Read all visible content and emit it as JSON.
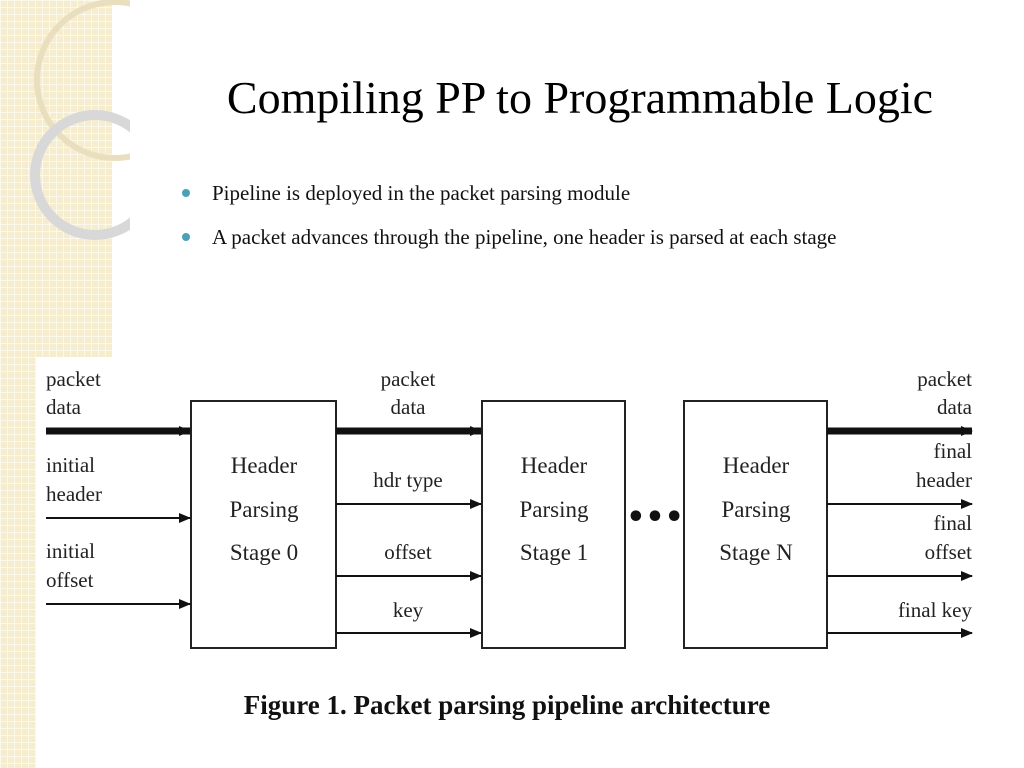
{
  "slide": {
    "title": "Compiling PP to Programmable Logic",
    "bullets": [
      "Pipeline is deployed in the packet parsing module",
      "A packet advances through the pipeline, one header is parsed at each stage"
    ]
  },
  "figure": {
    "stages": [
      {
        "line1": "Header",
        "line2": "Parsing",
        "line3": "Stage 0"
      },
      {
        "line1": "Header",
        "line2": "Parsing",
        "line3": "Stage 1"
      },
      {
        "line1": "Header",
        "line2": "Parsing",
        "line3": "Stage N"
      }
    ],
    "inputs": {
      "packet_l1": "packet",
      "packet_l2": "data",
      "header_l1": "initial",
      "header_l2": "header",
      "offset_l1": "initial",
      "offset_l2": "offset"
    },
    "middle": {
      "packet_l1": "packet",
      "packet_l2": "data",
      "hdr_type": "hdr type",
      "offset": "offset",
      "key": "key"
    },
    "outputs": {
      "packet_l1": "packet",
      "packet_l2": "data",
      "header_l1": "final",
      "header_l2": "header",
      "offset_l1": "final",
      "offset_l2": "offset",
      "key": "final key"
    },
    "ellipsis": "•••",
    "caption": "Figure 1. Packet parsing pipeline architecture"
  },
  "colors": {
    "bullet": "#4aa0b5",
    "strip": "#f6edcf"
  }
}
